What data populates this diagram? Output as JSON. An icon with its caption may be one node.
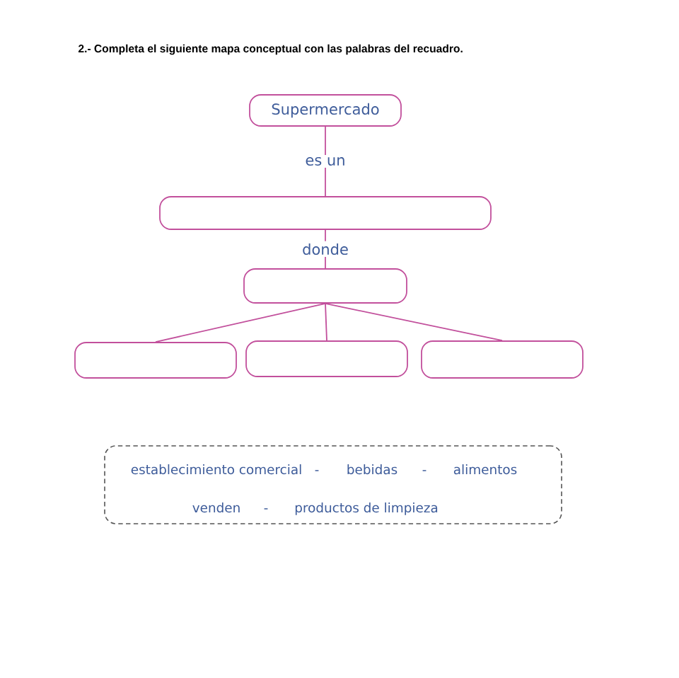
{
  "diagram": {
    "title": "2.- Completa el siguiente mapa conceptual con las palabras del recuadro.",
    "nodes": [
      {
        "text": [
          "Supermercado"
        ]
      },
      {
        "text": [],
        "shape": "box"
      },
      {
        "text": [],
        "shape": "box"
      },
      {
        "text": [],
        "shape": "box"
      },
      {
        "text": [],
        "shape": "box"
      },
      {
        "text": [],
        "shape": "box"
      },
      {
        "text": [
          "establecimiento comercial",
          "-",
          "bebidas",
          "-",
          "alimentos",
          "venden",
          "-",
          "productos de limpieza"
        ]
      }
    ],
    "edges": [
      {
        "from": 0,
        "to": 1,
        "label": "es un",
        "arrow": "none"
      },
      {
        "from": 1,
        "to": 2,
        "label": "donde",
        "arrow": "none"
      },
      {
        "from": 2,
        "to": 3,
        "arrow": "none"
      },
      {
        "from": 2,
        "to": 4,
        "arrow": "none"
      },
      {
        "from": 2,
        "to": 5,
        "arrow": "none"
      }
    ]
  }
}
